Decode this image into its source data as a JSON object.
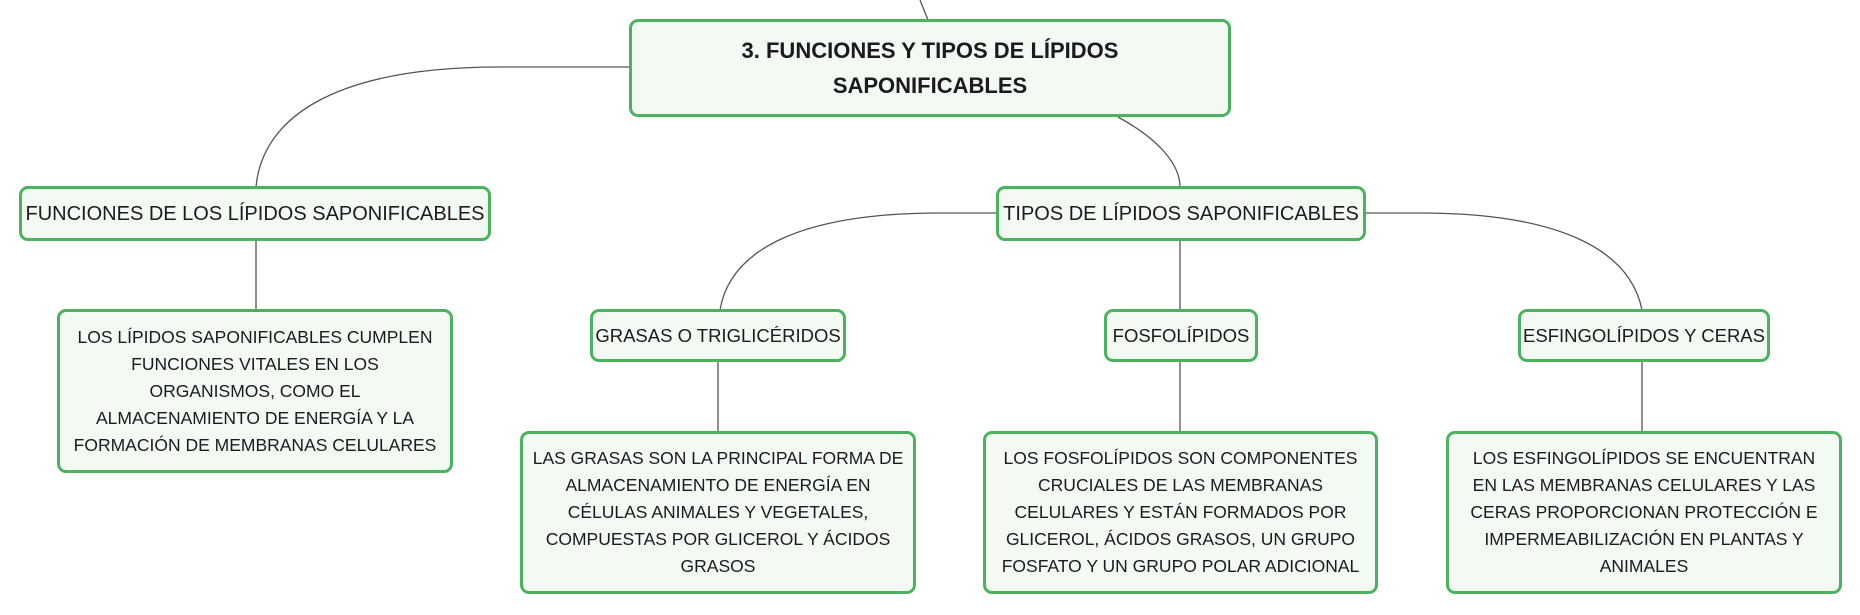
{
  "mindmap": {
    "root": {
      "label": "3. FUNCIONES Y TIPOS DE LÍPIDOS SAPONIFICABLES"
    },
    "funciones": {
      "label": "FUNCIONES DE LOS LÍPIDOS SAPONIFICABLES",
      "detail": "LOS LÍPIDOS SAPONIFICABLES CUMPLEN FUNCIONES VITALES EN LOS ORGANISMOS, COMO EL ALMACENAMIENTO DE ENERGÍA Y LA FORMACIÓN DE MEMBRANAS CELULARES"
    },
    "tipos": {
      "label": "TIPOS DE LÍPIDOS SAPONIFICABLES",
      "items": [
        {
          "label": "GRASAS O TRIGLICÉRIDOS",
          "detail": "LAS GRASAS SON LA PRINCIPAL FORMA DE ALMACENAMIENTO DE ENERGÍA EN CÉLULAS ANIMALES Y VEGETALES, COMPUESTAS POR GLICEROL Y ÁCIDOS GRASOS"
        },
        {
          "label": "FOSFOLÍPIDOS",
          "detail": "LOS FOSFOLÍPIDOS SON COMPONENTES CRUCIALES DE LAS MEMBRANAS CELULARES Y ESTÁN FORMADOS POR GLICEROL, ÁCIDOS GRASOS, UN GRUPO FOSFATO Y UN GRUPO POLAR ADICIONAL"
        },
        {
          "label": "ESFINGOLÍPIDOS Y CERAS",
          "detail": "LOS ESFINGOLÍPIDOS SE ENCUENTRAN EN LAS MEMBRANAS CELULARES Y LAS CERAS PROPORCIONAN PROTECCIÓN E IMPERMEABILIZACIÓN EN PLANTAS Y ANIMALES"
        }
      ]
    },
    "colors": {
      "border": "#4cb25f",
      "fill": "#f3f9f3",
      "connector": "#555555"
    }
  }
}
